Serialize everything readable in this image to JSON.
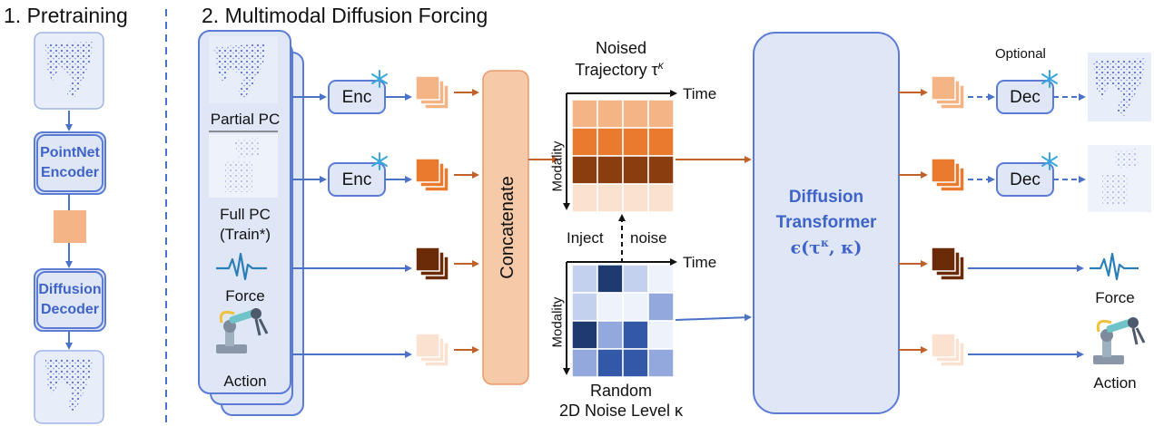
{
  "sections": {
    "pretraining": "1. Pretraining",
    "multimodal": "2. Multimodal Diffusion Forcing"
  },
  "pretraining": {
    "encoder_label": "PointNet Encoder",
    "decoder_label": "Diffusion Decoder"
  },
  "inputs": {
    "partial_pc": "Partial PC",
    "full_pc": "Full PC",
    "full_pc_note": "(Train*)",
    "force": "Force",
    "action": "Action"
  },
  "enc_label": "Enc",
  "dec_label": "Dec",
  "concat_label": "Concatenate",
  "noised_traj": {
    "line1": "Noised",
    "line2": "Trajectory τ",
    "sup": "κ"
  },
  "time_label": "Time",
  "modality_label": "Modality",
  "inject_noise": {
    "left": "Inject",
    "right": "noise"
  },
  "noise_level": {
    "line1": "Random",
    "line2": "2D Noise Level κ"
  },
  "transformer": {
    "line1": "Diffusion",
    "line2": "Transformer",
    "formula": "ϵ(τ",
    "sup": "κ",
    "tail": ", κ)"
  },
  "optional_label": "Optional",
  "outputs": {
    "force": "Force",
    "action": "Action"
  },
  "colors": {
    "blue_fill": "#dfe7f7",
    "blue_stroke": "#5b7bd5",
    "orange_concat": "#f6c9a9",
    "arrow_orange": "#c0602a",
    "arrow_blue": "#4a72c6"
  },
  "trajectory_grid": [
    [
      "#f4b486",
      "#f4b486",
      "#f4b486",
      "#f4b486"
    ],
    [
      "#ea7a2e",
      "#ea7a2e",
      "#ea7a2e",
      "#ea7a2e"
    ],
    [
      "#8a3d0e",
      "#8a3d0e",
      "#8a3d0e",
      "#8a3d0e"
    ],
    [
      "#fbe1d0",
      "#fbe1d0",
      "#fbe1d0",
      "#fbe1d0"
    ]
  ],
  "noise_grid": [
    [
      "#c3d0ee",
      "#1f3a6e",
      "#c3d0ee",
      "#eef2fb"
    ],
    [
      "#c3d0ee",
      "#eef2fb",
      "#eef2fb",
      "#93a9de"
    ],
    [
      "#1f3a6e",
      "#93a9de",
      "#3358a7",
      "#eef2fb"
    ],
    [
      "#93a9de",
      "#3358a7",
      "#3358a7",
      "#93a9de"
    ]
  ]
}
